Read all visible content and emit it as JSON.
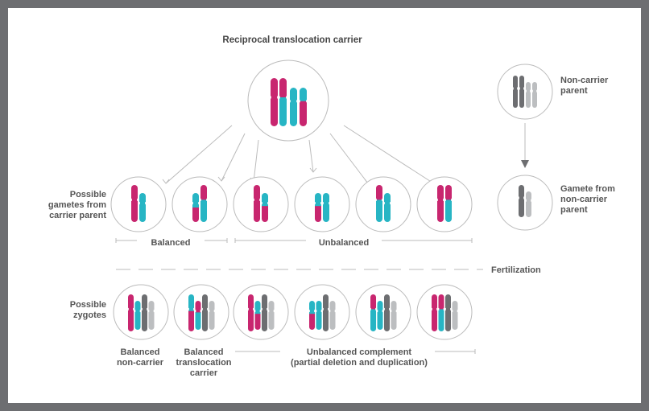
{
  "title": "Reciprocal translocation carrier",
  "labels": {
    "non_carrier_parent": "Non-carrier\nparent",
    "gamete_non_carrier": "Gamete from\nnon-carrier\nparent",
    "possible_gametes": "Possible\ngametes from\ncarrier parent",
    "balanced": "Balanced",
    "unbalanced": "Unbalanced",
    "fertilization": "Fertilization",
    "possible_zygotes": "Possible\nzygotes",
    "balanced_non_carrier": "Balanced\nnon-carrier",
    "balanced_translocation_carrier": "Balanced\ntranslocation\ncarrier",
    "unbalanced_complement": "Unbalanced complement\n(partial deletion and duplication)"
  },
  "colors": {
    "frame": "#6d6e71",
    "magenta": "#c8266f",
    "teal": "#27b5c4",
    "dark_gray": "#6d6e71",
    "light_gray": "#bcbec0",
    "circle_stroke": "#bbbbbb",
    "line": "#bbbbbb"
  }
}
